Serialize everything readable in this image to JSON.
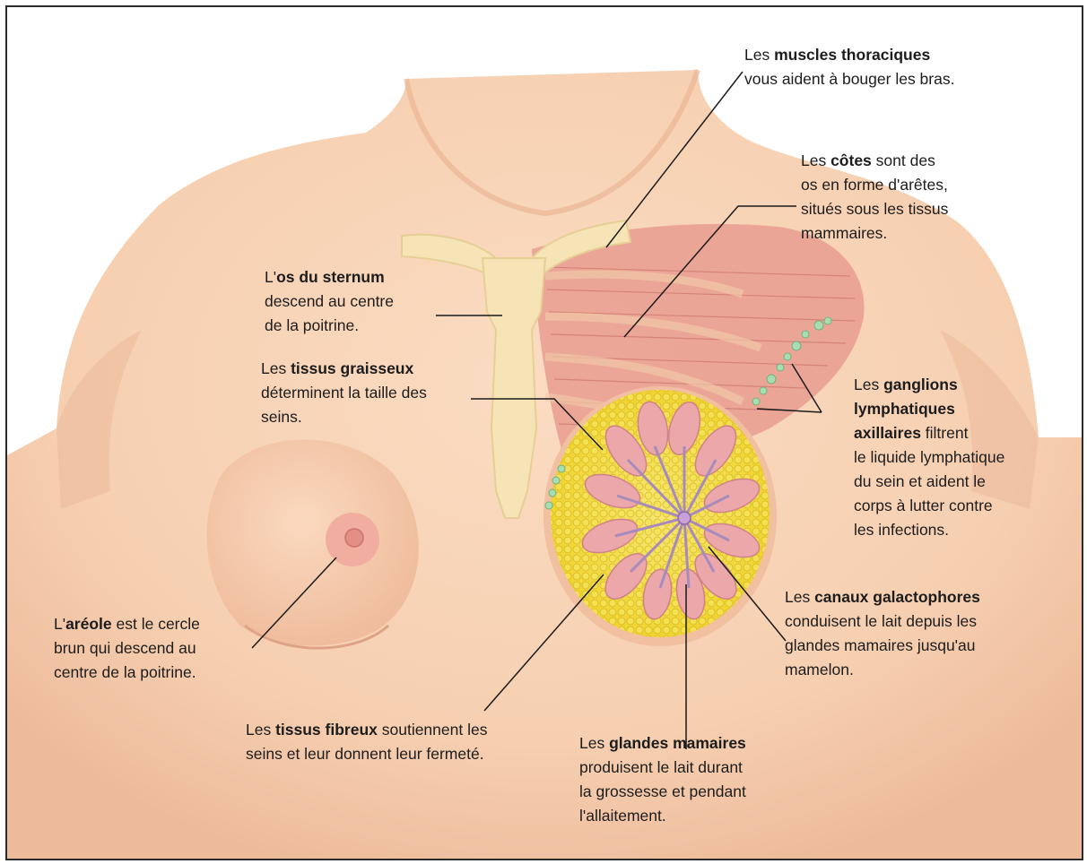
{
  "labels": {
    "muscles": {
      "pre": "Les ",
      "bold": "muscles thoraciques",
      "post": "",
      "line2": "vous aident à bouger les bras."
    },
    "cotes": {
      "pre": "Les ",
      "bold": "côtes",
      "post": " sont des",
      "line2": "os en forme d'arêtes,",
      "line3": "situés sous les tissus",
      "line4": "mammaires."
    },
    "sternum": {
      "pre": "L'",
      "bold": "os du sternum",
      "post": "",
      "line2": "descend au centre",
      "line3": "de la poitrine."
    },
    "graisseux": {
      "pre": "Les ",
      "bold": "tissus graisseux",
      "post": "",
      "line2": "déterminent la taille des",
      "line3": "seins."
    },
    "ganglions": {
      "pre": "Les ",
      "bold1": "ganglions",
      "bold2": "lymphatiques",
      "bold3": "axillaires",
      "post3": " filtrent",
      "line4": "le liquide lymphatique",
      "line5": "du sein et aident le",
      "line6": "corps à lutter contre",
      "line7": "les infections."
    },
    "canaux": {
      "pre": "Les ",
      "bold": "canaux galactophores",
      "post": "",
      "line2": "conduisent le lait depuis les",
      "line3": "glandes mamaires jusqu'au",
      "line4": "mamelon."
    },
    "areole": {
      "pre": "L'",
      "bold": "aréole",
      "post": " est le cercle",
      "line2": "brun qui descend au",
      "line3": "centre de la poitrine."
    },
    "fibreux": {
      "pre": "Les ",
      "bold": "tissus fibreux",
      "post": " soutiennent les",
      "line2": "seins et leur donnent leur fermeté."
    },
    "glandes": {
      "pre": "Les ",
      "bold": "glandes mamaires",
      "post": "",
      "line2": "produisent le lait durant",
      "line3": "la grossesse et pendant",
      "line4": "l'allaitement."
    }
  },
  "colors": {
    "skin": "#f6cfb0",
    "skin_shadow": "#eab595",
    "muscle": "#e79a8a",
    "bone": "#f5e0b0",
    "fat": "#f2dc3c",
    "gland": "#eba7aa",
    "duct": "#b79ac4",
    "lymph": "#9ed6a8",
    "leader_line": "#1a1a1a"
  }
}
